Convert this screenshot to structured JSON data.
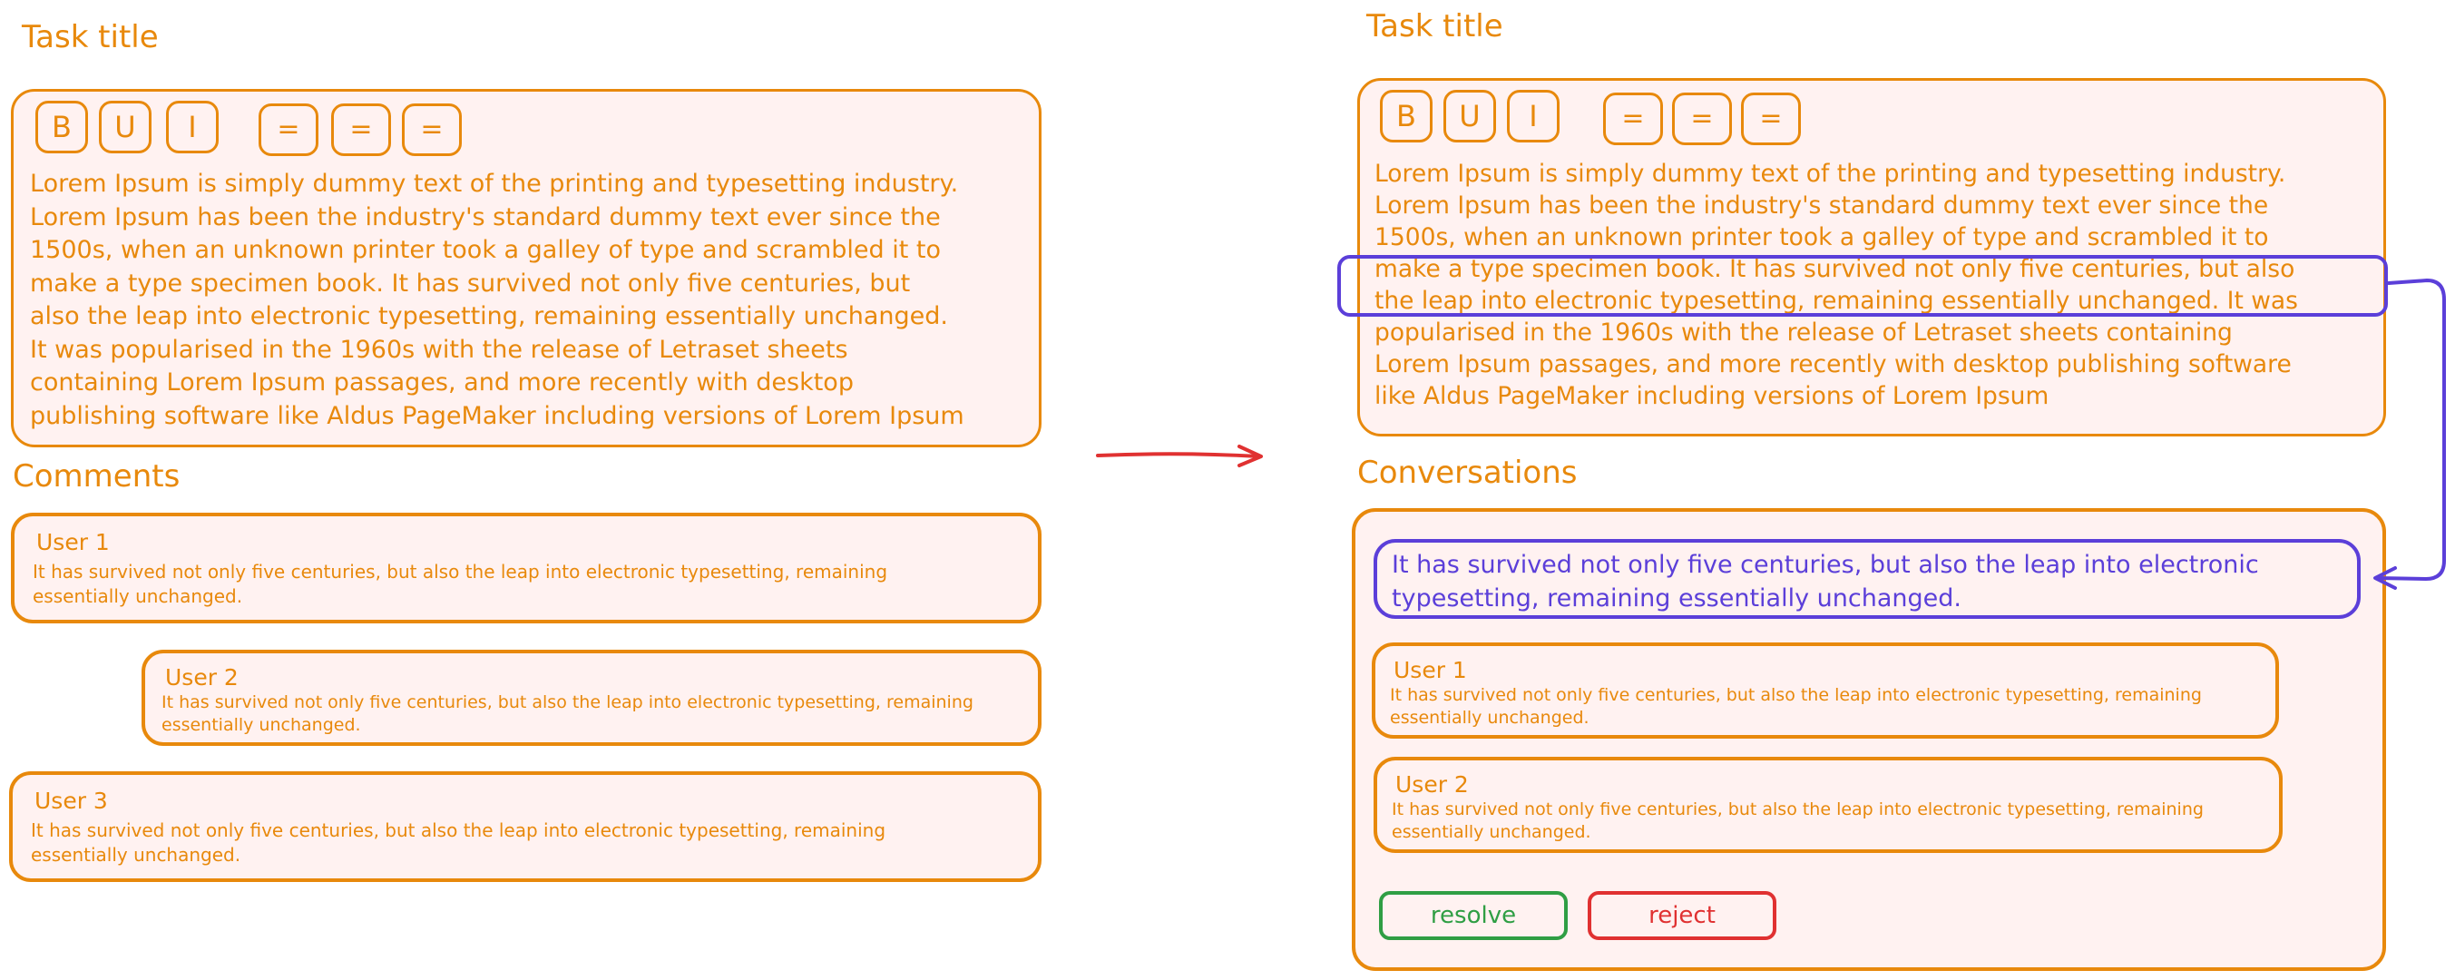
{
  "colors": {
    "primary": "#e8890c",
    "highlight": "#5b3fd9",
    "resolve": "#2f9e44",
    "reject": "#e03131",
    "fill": "#fff2f1"
  },
  "left": {
    "task_title": "Task title",
    "toolbar": {
      "bold": "B",
      "underline": "U",
      "italic": "I",
      "align_left": "=",
      "align_center": "=",
      "align_right": "="
    },
    "editor_lines": [
      "Lorem Ipsum is simply dummy text of the printing and typesetting industry.",
      "Lorem Ipsum has been the industry's standard dummy text ever since the",
      "1500s, when an unknown printer took a galley of type and scrambled it to",
      "make a type specimen book. It has survived not only five centuries, but",
      "also the leap into electronic typesetting, remaining essentially unchanged.",
      "It was popularised in the 1960s with the release of Letraset sheets",
      "containing Lorem Ipsum passages, and more recently with desktop",
      "publishing software like Aldus PageMaker including versions of Lorem Ipsum"
    ],
    "comments_title": "Comments",
    "comments": [
      {
        "user": "User 1",
        "line1": "It has survived not only five centuries, but also the leap into electronic typesetting, remaining",
        "line2": "essentially unchanged."
      },
      {
        "user": "User 2",
        "line1": "It has survived not only five centuries, but also the leap into electronic typesetting, remaining",
        "line2": "essentially unchanged."
      },
      {
        "user": "User 3",
        "line1": "It has survived not only five centuries, but also the leap into electronic typesetting, remaining",
        "line2": "essentially unchanged."
      }
    ]
  },
  "right": {
    "task_title": "Task title",
    "toolbar": {
      "bold": "B",
      "underline": "U",
      "italic": "I",
      "align_left": "=",
      "align_center": "=",
      "align_right": "="
    },
    "editor_lines": [
      "Lorem Ipsum is simply dummy text of the printing and typesetting industry.",
      "Lorem Ipsum has been the industry's standard dummy text ever since the",
      "1500s, when an unknown printer took a galley of type and scrambled it to",
      "make a type specimen book. It has survived not only five centuries, but also",
      "the leap into electronic typesetting, remaining essentially unchanged. It was",
      "popularised in the 1960s with the release of Letraset sheets containing",
      "Lorem Ipsum passages, and more recently with desktop publishing software",
      "like Aldus PageMaker including versions of Lorem Ipsum"
    ],
    "conversations_title": "Conversations",
    "quote_line1": "It has survived not only five centuries, but also the leap into electronic",
    "quote_line2": "typesetting, remaining essentially unchanged.",
    "comments": [
      {
        "user": "User 1",
        "line1": "It has survived not only five centuries, but also the leap into electronic typesetting, remaining",
        "line2": "essentially unchanged."
      },
      {
        "user": "User 2",
        "line1": "It has survived not only five centuries, but also the leap into electronic typesetting, remaining",
        "line2": "essentially unchanged."
      }
    ],
    "resolve_label": "resolve",
    "reject_label": "reject"
  }
}
